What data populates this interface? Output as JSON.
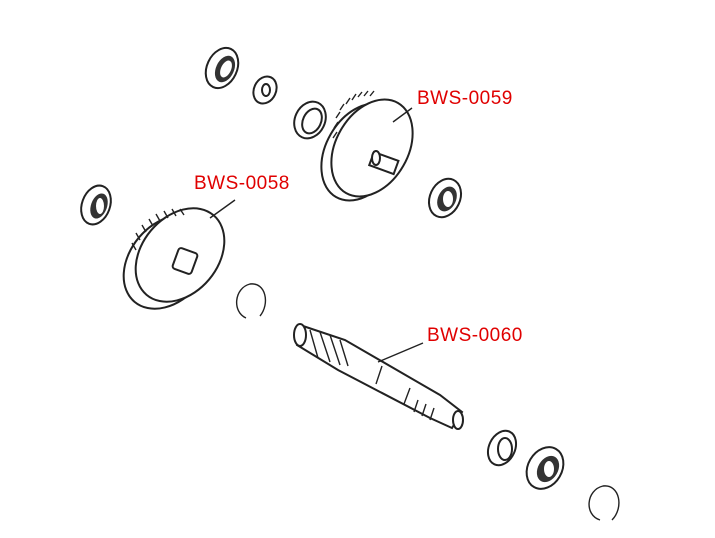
{
  "labels": {
    "gear_upper": "BWS-0059",
    "gear_lower": "BWS-0058",
    "shaft": "BWS-0060"
  },
  "colors": {
    "label": "#e00000",
    "line_art": "#222222"
  }
}
